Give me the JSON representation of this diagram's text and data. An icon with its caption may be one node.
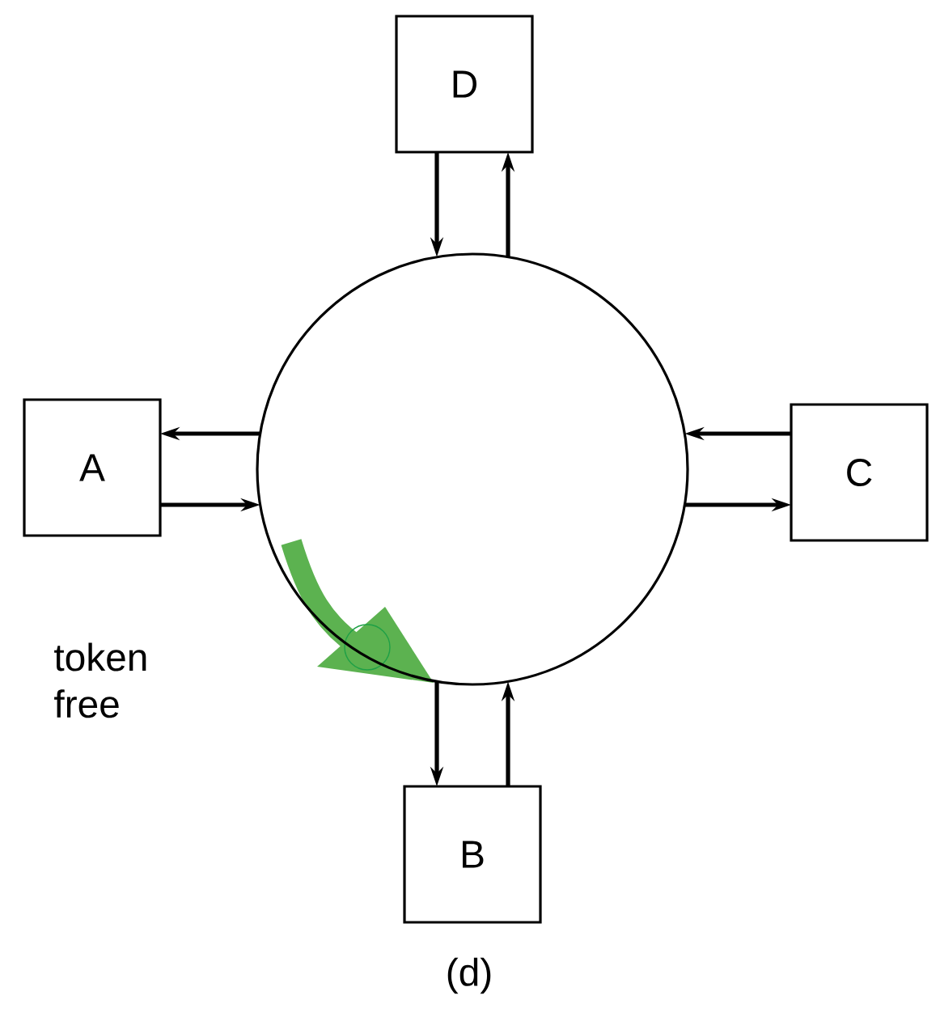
{
  "diagram": {
    "caption": "(d)",
    "nodes": [
      {
        "text": [
          "A"
        ]
      },
      {
        "text": [
          "B"
        ]
      },
      {
        "text": [
          "C"
        ]
      },
      {
        "text": [
          "D"
        ]
      },
      {
        "text": [],
        "shape": "circle"
      }
    ],
    "edges": [
      {
        "from": 4,
        "to": 0,
        "arrow": "to"
      },
      {
        "from": 0,
        "to": 4,
        "arrow": "to"
      },
      {
        "from": 4,
        "to": 1,
        "arrow": "to"
      },
      {
        "from": 1,
        "to": 4,
        "arrow": "to"
      },
      {
        "from": 2,
        "to": 4,
        "arrow": "to"
      },
      {
        "from": 4,
        "to": 2,
        "arrow": "to"
      },
      {
        "from": 3,
        "to": 4,
        "arrow": "to"
      },
      {
        "from": 4,
        "to": 3,
        "arrow": "to"
      }
    ],
    "labels": [
      "token free"
    ]
  }
}
